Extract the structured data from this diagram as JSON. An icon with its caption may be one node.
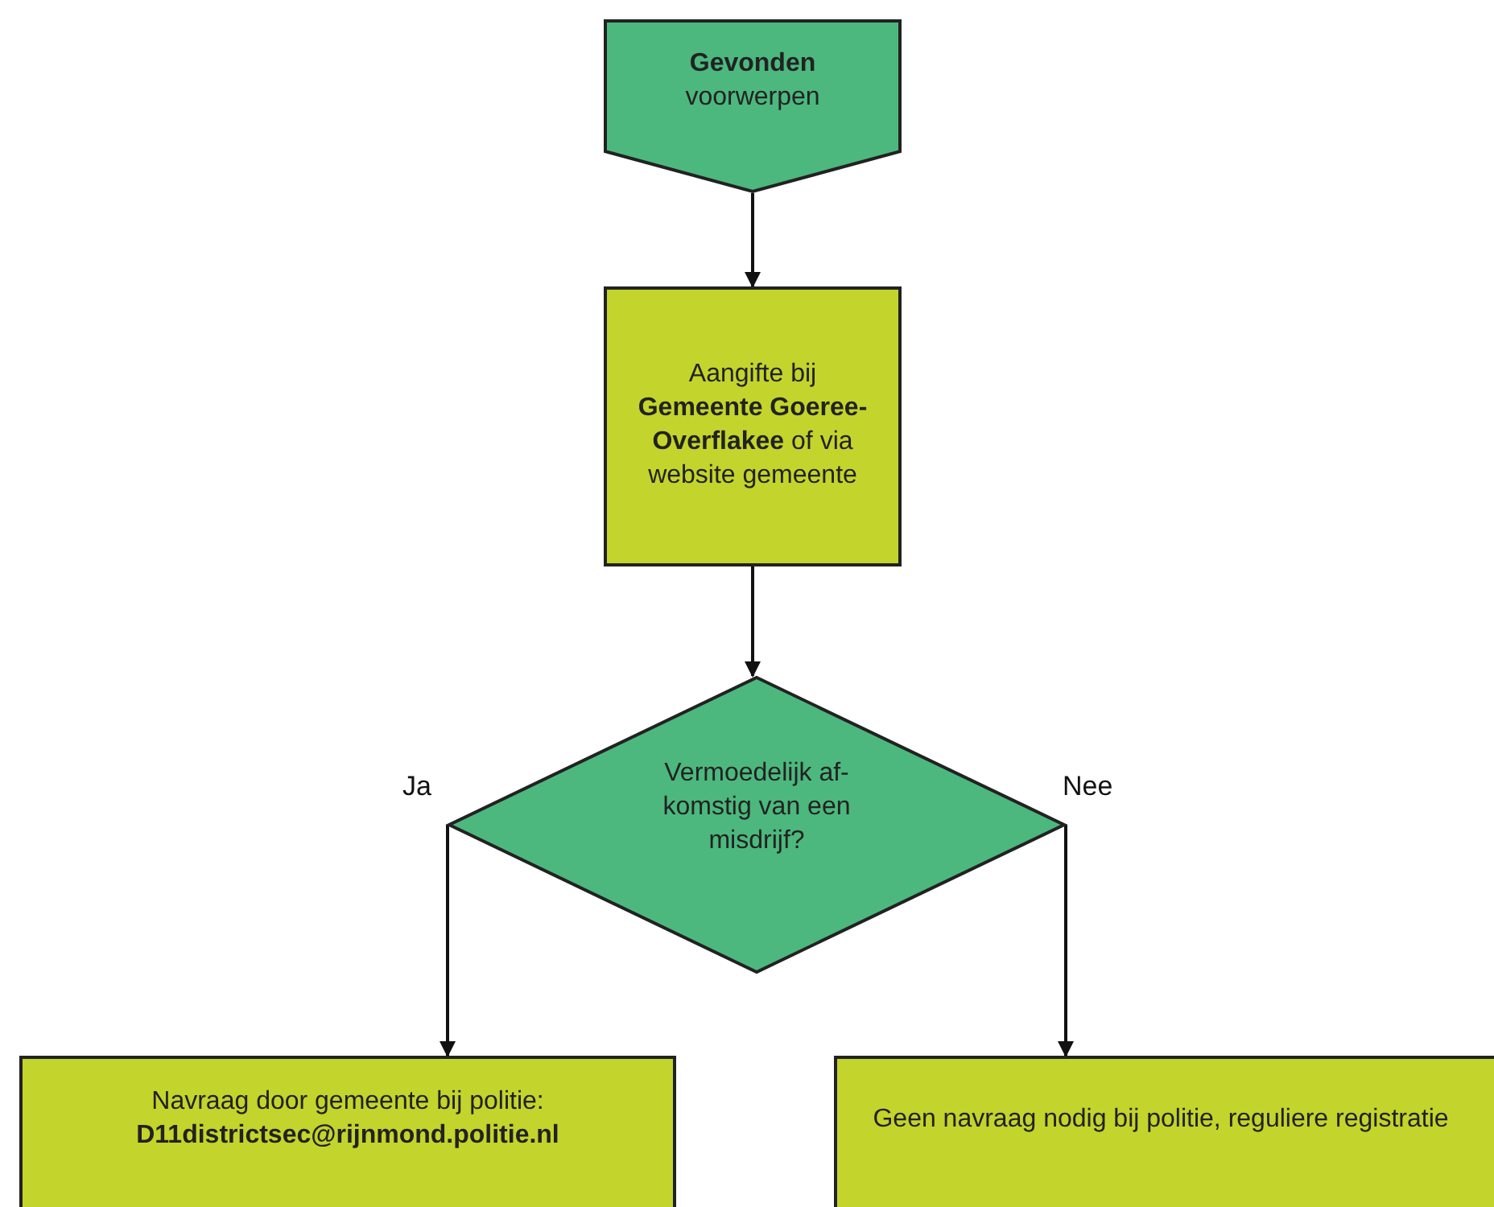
{
  "diagram": {
    "nodes": [
      {
        "text": [
          "**Gevonden** voorwerpen"
        ]
      },
      {
        "text": [
          "Aangifte bij **Gemeente Goeree-Overflakee** of via website gemeente"
        ]
      },
      {
        "text": [
          "Vermoedelijk af-komstig van een misdrijf?"
        ]
      },
      {
        "text": [
          "Navraag door gemeente bij politie: **D11districtsec@rijnmond.politie.nl**"
        ]
      },
      {
        "text": [
          "Geen navraag nodig bij politie, reguliere registratie"
        ]
      }
    ],
    "edges": [
      {
        "from": 0,
        "to": 1,
        "arrow": "to"
      },
      {
        "from": 1,
        "to": 2,
        "arrow": "to"
      },
      {
        "from": 2,
        "to": 3,
        "arrow": "to",
        "label": "Ja"
      },
      {
        "from": 2,
        "to": 4,
        "arrow": "to",
        "label": "Nee"
      }
    ]
  }
}
